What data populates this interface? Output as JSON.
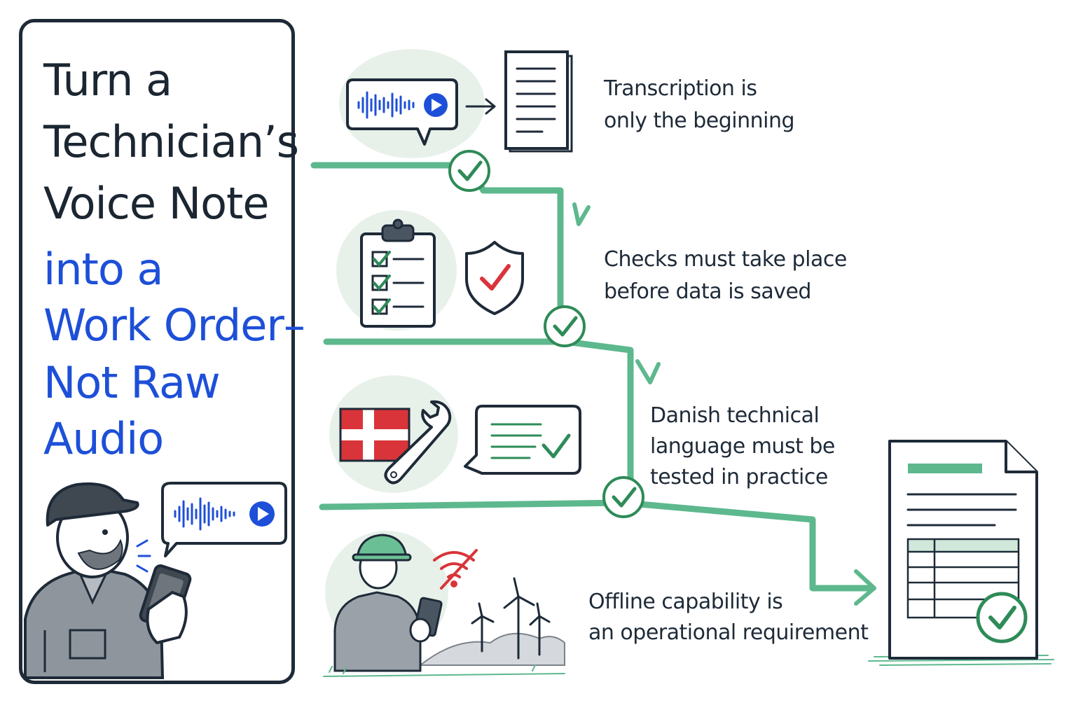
{
  "title": {
    "lines_dark": [
      "Turn a",
      "Technician’s",
      "Voice Note"
    ],
    "lines_blue": [
      "into a",
      "Work Order–",
      "Not Raw",
      "Audio"
    ]
  },
  "steps": [
    {
      "line1": "Transcription is",
      "line2": "only the beginning",
      "icon": "voice-to-document-icon"
    },
    {
      "line1": "Checks must take place",
      "line2": "before data is saved",
      "icon": "checklist-shield-icon"
    },
    {
      "line1": "Danish technical",
      "line2": "language must be",
      "line3": "tested in practice",
      "icon": "danish-flag-wrench-icon"
    },
    {
      "line1": "Offline capability is",
      "line2": "an operational requirement",
      "icon": "offline-technician-icon"
    }
  ],
  "colors": {
    "flow_green": "#5db88e",
    "check_green": "#2e8b57",
    "accent_blue": "#1d4fd8",
    "danger_red": "#d9343a",
    "soft_bg": "#e7f1ea",
    "ink": "#1e2a38"
  }
}
